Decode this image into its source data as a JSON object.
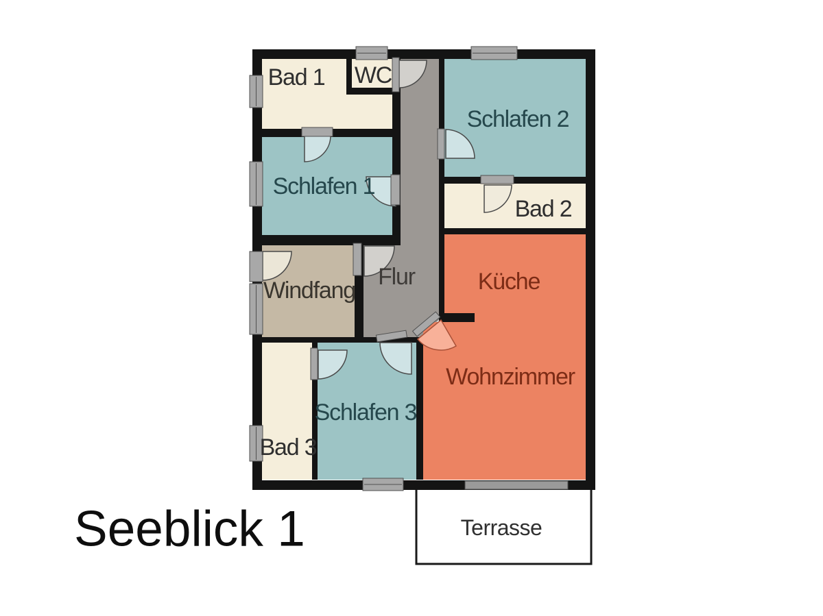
{
  "plan": {
    "title": "Seeblick 1",
    "rooms": [
      {
        "id": "bad-1",
        "label": "Bad 1",
        "type": "bathroom"
      },
      {
        "id": "wc",
        "label": "WC",
        "type": "bathroom"
      },
      {
        "id": "schlafen-2",
        "label": "Schlafen 2",
        "type": "bedroom"
      },
      {
        "id": "schlafen-1",
        "label": "Schlafen 1",
        "type": "bedroom"
      },
      {
        "id": "bad-2",
        "label": "Bad 2",
        "type": "bathroom"
      },
      {
        "id": "windfang",
        "label": "Windfang",
        "type": "vestibule"
      },
      {
        "id": "flur",
        "label": "Flur",
        "type": "hallway"
      },
      {
        "id": "kueche",
        "label": "Küche",
        "type": "living"
      },
      {
        "id": "wohnzimmer",
        "label": "Wohnzimmer",
        "type": "living"
      },
      {
        "id": "schlafen-3",
        "label": "Schlafen 3",
        "type": "bedroom"
      },
      {
        "id": "bad-3",
        "label": "Bad 3",
        "type": "bathroom"
      },
      {
        "id": "terrasse",
        "label": "Terrasse",
        "type": "terrace"
      }
    ],
    "colors": {
      "bathroom_floor": "#f5eedb",
      "bedroom_floor": "#9dc4c5",
      "hallway_floor": "#9c9894",
      "vestibule_floor": "#c5b9a5",
      "living_floor": "#ec8362",
      "terrace_floor": "#ffffff",
      "wall": "#141414",
      "marker_gray": "#a8a8a8",
      "door_swing_bedroom": "#cfe3e5",
      "door_swing_gray": "#d2d0cc",
      "door_swing_cream": "#f0ebdc",
      "door_swing_entrance": "#ebe6d7",
      "door_swing_pink": "#f8b199"
    }
  }
}
